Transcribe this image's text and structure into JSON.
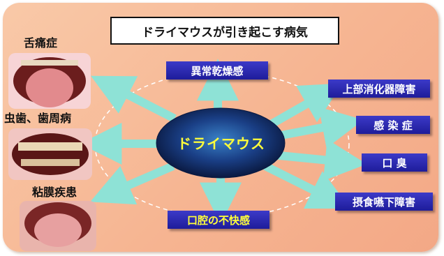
{
  "title": "ドライマウスが引き起こす病気",
  "center": "ドライマウス",
  "left_labels": [
    "舌痛症",
    "虫歯、歯周病",
    "粘膜疾患"
  ],
  "top_tag": "異常乾燥感",
  "bottom_tag": "口腔の不快感",
  "right_tags": [
    "上部消化器障害",
    "感 染 症",
    "口 臭",
    "摂食嚥下障害"
  ],
  "colors": {
    "background": "#f6b592",
    "arrow": "#8ee2d6",
    "tag": "#2624b0",
    "center_text": "#ffff3a"
  }
}
